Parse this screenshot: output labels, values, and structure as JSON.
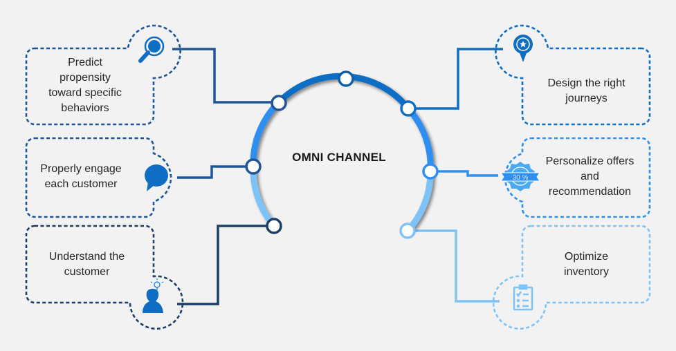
{
  "center": {
    "title": "OMNI CHANNEL"
  },
  "colors": {
    "background": "#f2f2f2",
    "dark_blue": "#1f5596",
    "navy": "#1b3d66",
    "mid_blue": "#0f6ec4",
    "bright_blue": "#2e8ff0",
    "light_blue": "#7dc3f8",
    "text": "#262626"
  },
  "cards": [
    {
      "id": "predict",
      "side": "left",
      "text": "Predict propensity toward specific behaviors",
      "lines": [
        "Predict",
        "propensity",
        "toward specific",
        "behaviors"
      ],
      "icon": "magnifier-icon",
      "color": "#1f5596"
    },
    {
      "id": "engage",
      "side": "left",
      "text": "Properly engage each customer",
      "lines": [
        "Properly engage",
        "each customer"
      ],
      "icon": "chat-bubble-icon",
      "color": "#1f5596"
    },
    {
      "id": "understand",
      "side": "left",
      "text": "Understand the customer",
      "lines": [
        "Understand the",
        "customer"
      ],
      "icon": "person-idea-icon",
      "color": "#1b3d66"
    },
    {
      "id": "design",
      "side": "right",
      "text": "Design the right journeys",
      "lines": [
        "Design the right",
        "journeys"
      ],
      "icon": "map-pin-star-icon",
      "color": "#0f6ec4"
    },
    {
      "id": "personalize",
      "side": "right",
      "text": "Personalize offers and recommendation",
      "lines": [
        "Personalize offers",
        "and",
        "recommendation"
      ],
      "icon": "discount-badge-icon",
      "badge_text": "30 %",
      "color": "#2e8ff0"
    },
    {
      "id": "optimize",
      "side": "right",
      "text": "Optimize inventory",
      "lines": [
        "Optimize",
        "inventory"
      ],
      "icon": "clipboard-checklist-icon",
      "color": "#7dc3f8"
    }
  ]
}
